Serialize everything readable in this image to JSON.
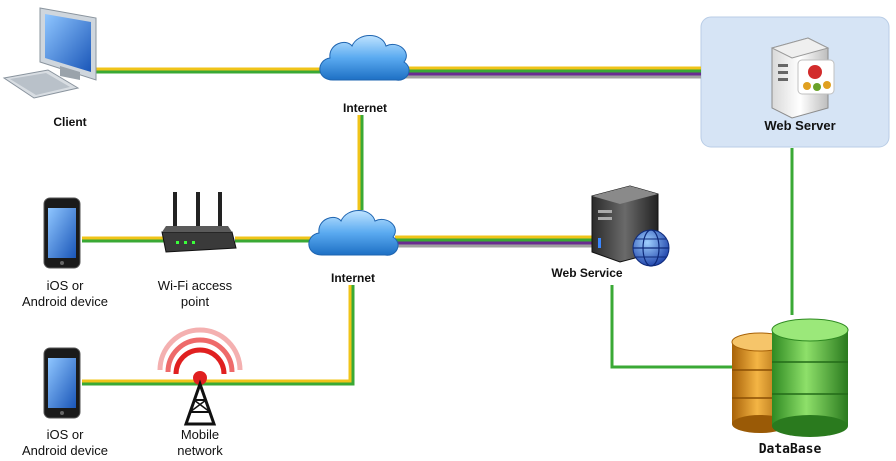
{
  "labels": {
    "client": "Client",
    "internet_top": "Internet",
    "internet_mid": "Internet",
    "web_server": "Web Server",
    "web_service": "Web Service",
    "wifi_line1": "Wi-Fi access",
    "wifi_line2": "point",
    "device1_line1": "iOS or",
    "device1_line2": "Android device",
    "device2_line1": "iOS or",
    "device2_line2": "Android device",
    "mobile_line1": "Mobile",
    "mobile_line2": "network",
    "database": "DataBase"
  },
  "colors": {
    "cable_yellow": "#f0c419",
    "cable_green": "#3aa935",
    "cable_purple": "#6a2c91",
    "server_panel": "#d6e4f5",
    "cloud": "#4d9fe6",
    "db_green": "#46b33a",
    "db_orange": "#d98f1a",
    "signal_red": "#e02020"
  }
}
